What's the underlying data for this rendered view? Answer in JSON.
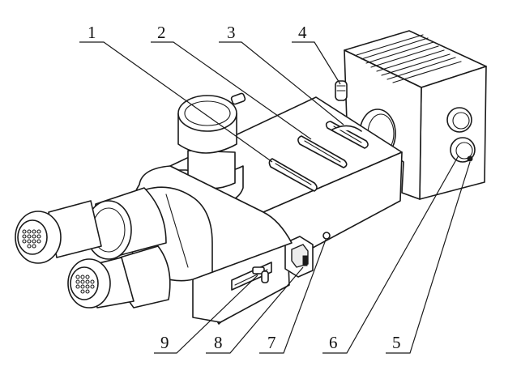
{
  "figure": {
    "subject": "trinocular microscope head assembly (line drawing)",
    "callouts": [
      {
        "id": "c1",
        "label": "1"
      },
      {
        "id": "c2",
        "label": "2"
      },
      {
        "id": "c3",
        "label": "3"
      },
      {
        "id": "c4",
        "label": "4"
      },
      {
        "id": "c5",
        "label": "5"
      },
      {
        "id": "c6",
        "label": "6"
      },
      {
        "id": "c7",
        "label": "7"
      },
      {
        "id": "c8",
        "label": "8"
      },
      {
        "id": "c9",
        "label": "9"
      }
    ],
    "colors": {
      "line": "#1a1a1a",
      "background": "#ffffff"
    }
  }
}
